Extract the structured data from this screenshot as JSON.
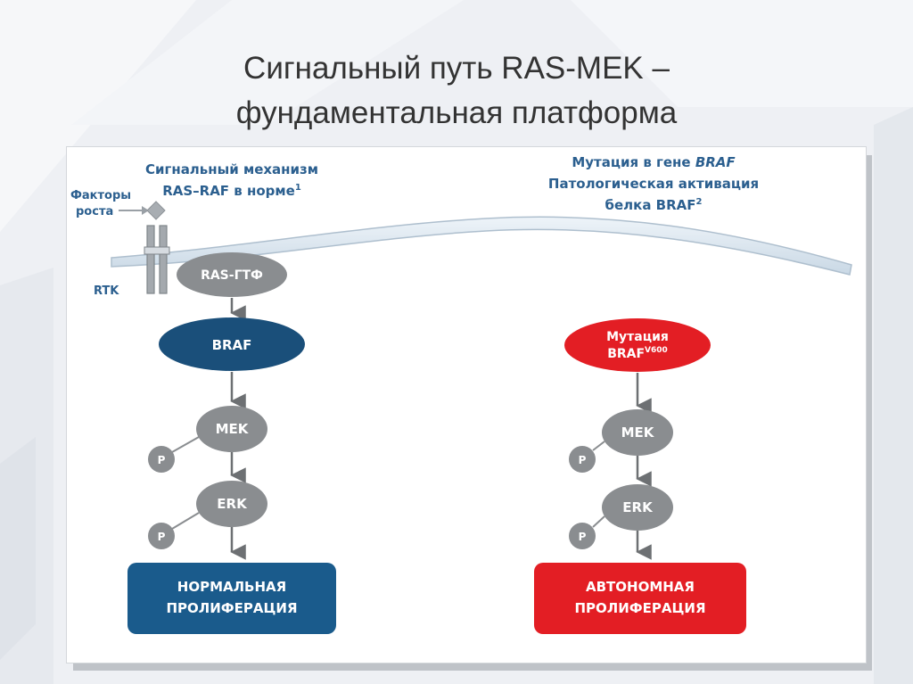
{
  "slide": {
    "title_line1": "Сигнальный путь RAS-MEK –",
    "title_line2": "фундаментальная платформа"
  },
  "diagram": {
    "left_header": {
      "line1": "Сигнальный механизм",
      "line2": "RAS–RAF в норме",
      "ref": "1"
    },
    "right_header": {
      "line1_prefix": "Мутация в гене ",
      "line1_italic": "BRAF",
      "line2": "Патологическая активация",
      "line3": "белка BRAF",
      "ref": "2"
    },
    "growth_factors": {
      "line1": "Факторы",
      "line2": "роста"
    },
    "rtk_label": "RTK",
    "ras_node": "RAS-ГТФ",
    "braf_node": "BRAF",
    "mutation_node": {
      "line1": "Мутация",
      "line2": "BRAF",
      "superscript": "V600"
    },
    "mek_label": "MEK",
    "erk_label": "ERK",
    "p_label": "P",
    "normal_box": {
      "line1": "НОРМАЛЬНАЯ",
      "line2": "ПРОЛИФЕРАЦИЯ"
    },
    "autonomous_box": {
      "line1": "АВТОНОМНАЯ",
      "line2": "ПРОЛИФЕРАЦИЯ"
    },
    "colors": {
      "header_text": "#2b5f8f",
      "braf_blue": "#1a4f7a",
      "mutation_red": "#e31e24",
      "node_gray": "#8a8d90",
      "arrow_gray": "#6d7073",
      "membrane": "#dce8f1"
    }
  }
}
